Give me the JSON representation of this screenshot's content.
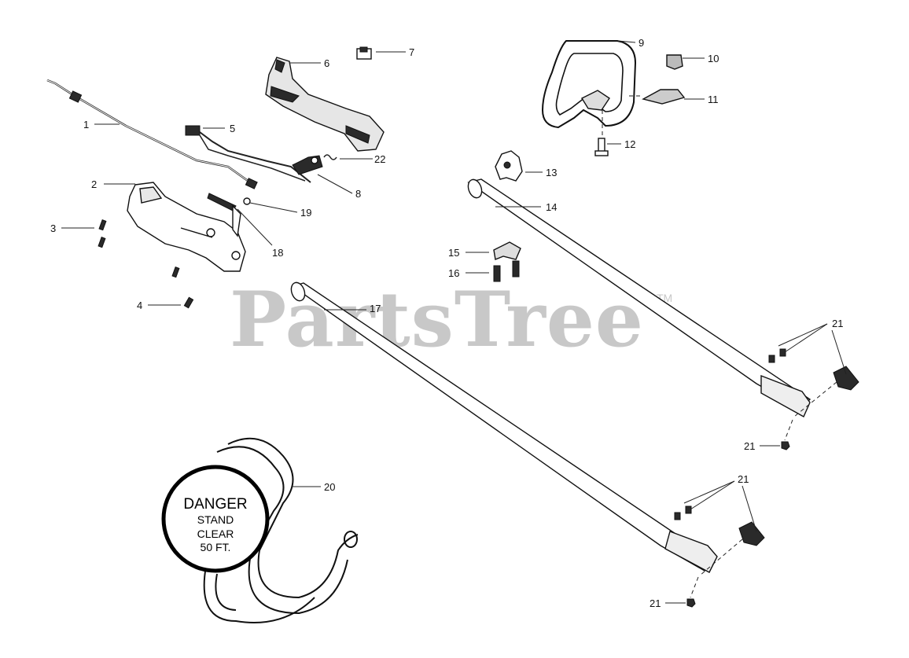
{
  "watermark": {
    "text": "PartsTree",
    "trademark": "TM"
  },
  "danger_sign": {
    "line1": "DANGER",
    "line2": "STAND",
    "line3": "CLEAR",
    "line4": "50 FT."
  },
  "callouts": {
    "c1": "1",
    "c2": "2",
    "c3": "3",
    "c4": "4",
    "c5": "5",
    "c6": "6",
    "c7": "7",
    "c8": "8",
    "c9": "9",
    "c10": "10",
    "c11": "11",
    "c12": "12",
    "c13": "13",
    "c14": "14",
    "c15": "15",
    "c16": "16",
    "c17": "17",
    "c18": "18",
    "c19": "19",
    "c20": "20",
    "c21a": "21",
    "c21b": "21",
    "c21c": "21",
    "c21d": "21",
    "c22": "22"
  }
}
